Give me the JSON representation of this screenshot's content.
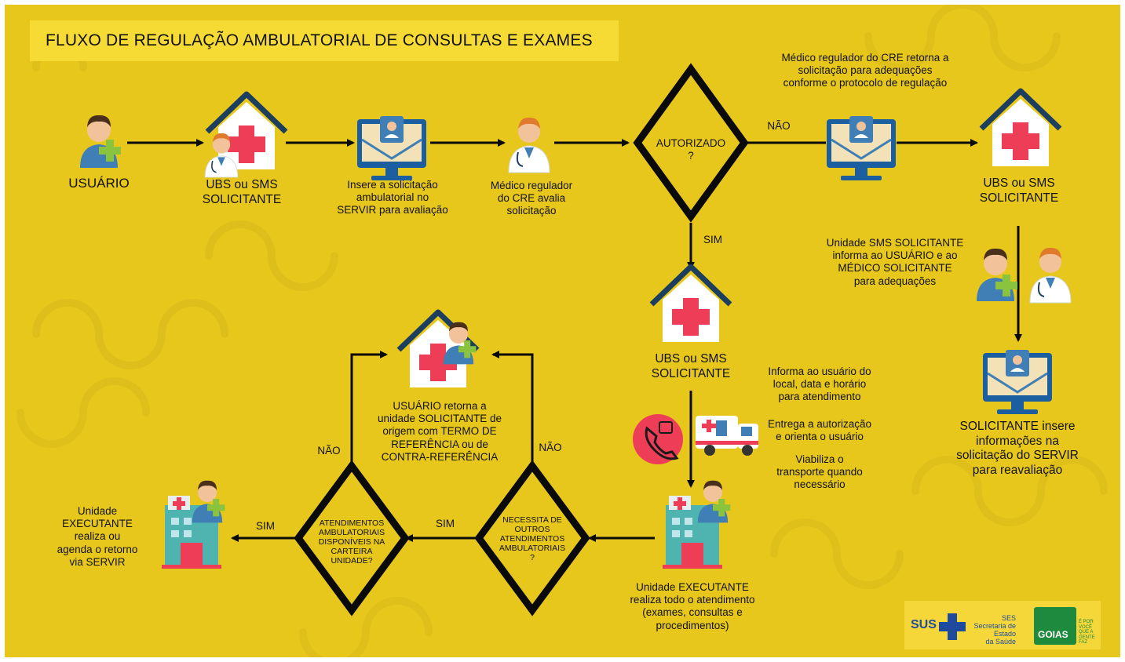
{
  "title": "FLUXO DE REGULAÇÃO AMBULATORIAL DE CONSULTAS E EXAMES",
  "colors": {
    "background": "#e7c71c",
    "title_bg": "#f7db35",
    "arrow": "#0a0a0a",
    "red_cross": "#ee3d56",
    "screen_blue": "#3f7fb6",
    "green_plus": "#8ac43f"
  },
  "nodes": {
    "usuario": "USUÁRIO",
    "ubs_1": "UBS ou SMS\nSOLICITANTE",
    "insere": "Insere a solicitação\nambulatorial no\nSERVIR para avaliação",
    "medico_avalia": "Médico regulador\ndo CRE avalia\nsolicitação",
    "autorizado": "AUTORIZADO\n?",
    "nao_1": "NÃO",
    "medico_retorna": "Médico regulador do CRE retorna a\nsolicitação para adequações\nconforme o protocolo de regulação",
    "ubs_2": "UBS ou SMS\nSOLICITANTE",
    "unidade_sms": "Unidade SMS SOLICITANTE\ninforma ao USUÁRIO e ao\nMÉDICO  SOLICITANTE\npara adequações",
    "solicitante_insere": "SOLICITANTE insere\ninformações na\nsolicitação do SERVIR\npara reavaliação",
    "sim_1": "SIM",
    "ubs_3": "UBS ou SMS\nSOLICITANTE",
    "informa": "Informa ao usuário do\nlocal, data e horário\npara atendimento",
    "entrega": "Entrega a autorização\ne orienta o usuário",
    "viabiliza": "Viabiliza o\ntransporte quando\nnecessário",
    "executante_realiza": "Unidade EXECUTANTE\nrealiza todo o atendimento\n(exames, consultas e\nprocedimentos)",
    "necessita": "NECESSITA DE\nOUTROS\nATENDIMENTOS\nAMBULATORIAIS\n?",
    "sim_2": "SIM",
    "nao_2": "NÃO",
    "atendimentos": "ATENDIMENTOS\nAMBULATORIAIS\nDISPONÍVEIS NA\nCARTEIRA\nUNIDADE?",
    "sim_3": "SIM",
    "nao_3": "NÃO",
    "usuario_retorna": "USUÁRIO retorna a\nunidade SOLICITANTE de\norigem com TERMO DE\nREFERÊNCIA ou de\nCONTRA-REFERÊNCIA",
    "executante_agenda": "Unidade\nEXECUTANTE\nrealiza ou\nagenda o retorno\nvia SERVIR"
  },
  "logos": {
    "sus": "SUS",
    "ses": "SES\nSecretaria de Estado\nda Saúde",
    "goias": "GOIAS",
    "goias_tag": "É POR\nVOCÊ\nQUE A\nGENTE\nFAZ"
  },
  "icons": [
    "user-icon",
    "hospital-icon",
    "computer-icon",
    "doctor-icon",
    "phone-icon",
    "ambulance-icon",
    "clinic-building-icon"
  ]
}
